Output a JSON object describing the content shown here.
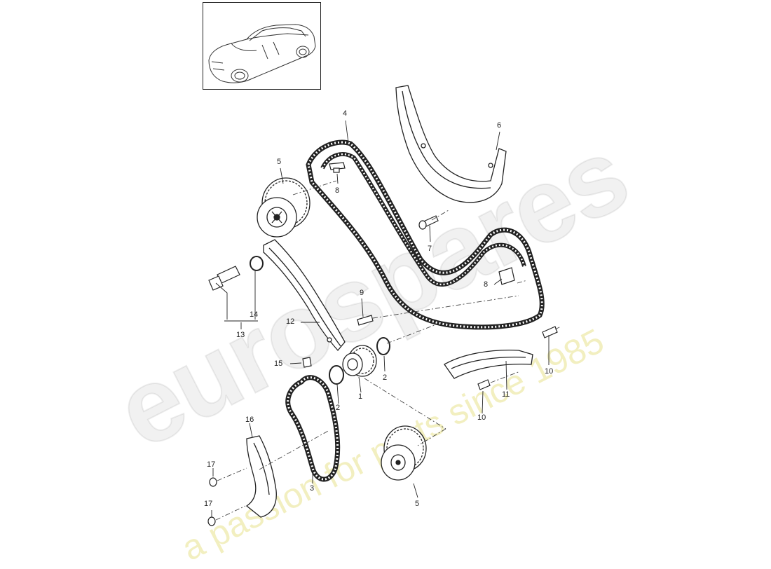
{
  "watermark": {
    "brand": "eurospares",
    "tagline": "a passion for parts since 1985"
  },
  "vehicle_thumbnail": {
    "icon": "car-icon"
  },
  "callouts": {
    "c1": "1",
    "c2a": "2",
    "c2b": "2",
    "c3": "3",
    "c4": "4",
    "c5a": "5",
    "c5b": "5",
    "c6": "6",
    "c7": "7",
    "c8a": "8",
    "c8b": "8",
    "c9": "9",
    "c10a": "10",
    "c10b": "10",
    "c11": "11",
    "c12": "12",
    "c13": "13",
    "c14": "14",
    "c15": "15",
    "c16": "16",
    "c17a": "17",
    "c17b": "17"
  }
}
